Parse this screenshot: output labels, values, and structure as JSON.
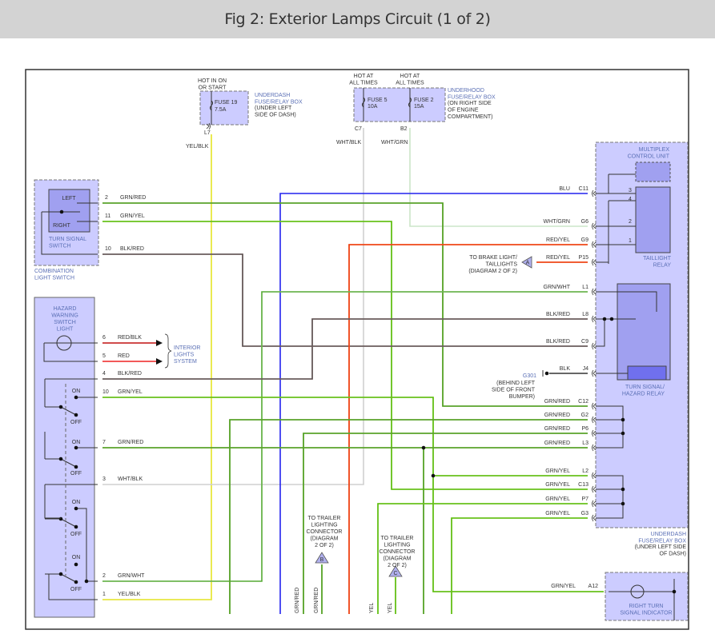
{
  "header": {
    "title": "Fig 2: Exterior Lamps Circuit (1 of 2)"
  },
  "colors": {
    "frame": "#333333",
    "component_fill": "#ccccff",
    "component_inner": "#a0a0f0",
    "blue_label": "#5a6fb5",
    "header_bg": "#d3d3d3"
  },
  "top": {
    "fuse19": {
      "hot": [
        "HOT IN ON",
        "OR START"
      ],
      "name": "FUSE 19",
      "rating": "7.5A",
      "terminal": "L7",
      "wire": "YEL/BLK"
    },
    "underdash_box_label": [
      "UNDERDASH",
      "FUSE/RELAY BOX",
      "(UNDER LEFT",
      "SIDE OF DASH)"
    ],
    "fuse5": {
      "hot": [
        "HOT AT",
        "ALL TIMES"
      ],
      "name": "FUSE 5",
      "rating": "10A",
      "terminal": "C7",
      "wire": "WHT/BLK"
    },
    "fuse2": {
      "hot": [
        "HOT AT",
        "ALL TIMES"
      ],
      "name": "FUSE 2",
      "rating": "15A",
      "terminal": "B2",
      "wire": "WHT/GRN"
    },
    "underhood_box_label": [
      "UNDERHOOD",
      "FUSE/RELAY BOX",
      "(ON RIGHT SIDE",
      "OF ENGINE",
      "COMPARTMENT)"
    ]
  },
  "combination_switch": {
    "inner_label": [
      "TURN SIGNAL",
      "SWITCH"
    ],
    "outer_label": [
      "COMBINATION",
      "LIGHT SWITCH"
    ],
    "positions": [
      "LEFT",
      "RIGHT"
    ],
    "pins": [
      {
        "pin": "2",
        "wire": "GRN/RED"
      },
      {
        "pin": "11",
        "wire": "GRN/YEL"
      },
      {
        "pin": "10",
        "wire": "BLK/RED"
      }
    ]
  },
  "hazard_switch": {
    "label": [
      "HAZARD",
      "WARNING",
      "SWITCH",
      "LIGHT"
    ],
    "on": "ON",
    "off": "OFF",
    "pins": [
      {
        "pin": "6",
        "wire": "RED/BLK"
      },
      {
        "pin": "5",
        "wire": "RED"
      },
      {
        "pin": "4",
        "wire": "BLK/RED"
      },
      {
        "pin": "10",
        "wire": "GRN/YEL"
      },
      {
        "pin": "7",
        "wire": "GRN/RED"
      },
      {
        "pin": "3",
        "wire": "WHT/BLK"
      },
      {
        "pin": "2",
        "wire": "GRN/WHT"
      },
      {
        "pin": "1",
        "wire": "YEL/BLK"
      }
    ],
    "interior_lights": [
      "INTERIOR",
      "LIGHTS",
      "SYSTEM"
    ]
  },
  "right_box": {
    "multiplex": [
      "MULTIPLEX",
      "CONTROL UNIT"
    ],
    "taillight_relay": [
      "TAILLIGHT",
      "RELAY"
    ],
    "relay_pins": [
      "3",
      "4",
      "2",
      "1"
    ],
    "turn_relay": [
      "TURN SIGNAL/",
      "HAZARD RELAY"
    ],
    "box_label": [
      "UNDERDASH",
      "FUSE/RELAY BOX",
      "(UNDER LEFT SIDE",
      "OF DASH)"
    ],
    "terminals": [
      {
        "wire": "BLU",
        "term": "C11"
      },
      {
        "wire": "WHT/GRN",
        "term": "G6"
      },
      {
        "wire": "RED/YEL",
        "term": "G9"
      },
      {
        "wire": "RED/YEL",
        "term": "P15"
      },
      {
        "wire": "GRN/WHT",
        "term": "L1"
      },
      {
        "wire": "BLK/RED",
        "term": "L8"
      },
      {
        "wire": "BLK/RED",
        "term": "C9"
      },
      {
        "wire": "BLK",
        "term": "J4"
      },
      {
        "wire": "GRN/RED",
        "term": "C12"
      },
      {
        "wire": "GRN/RED",
        "term": "G2"
      },
      {
        "wire": "GRN/RED",
        "term": "P6"
      },
      {
        "wire": "GRN/RED",
        "term": "L3"
      },
      {
        "wire": "GRN/YEL",
        "term": "L2"
      },
      {
        "wire": "GRN/YEL",
        "term": "C13"
      },
      {
        "wire": "GRN/YEL",
        "term": "P7"
      },
      {
        "wire": "GRN/YEL",
        "term": "G3"
      }
    ]
  },
  "brake_ref": {
    "label": [
      "TO BRAKE LIGHT/",
      "TAILLIGHTS",
      "(DIAGRAM 2 OF 2)"
    ],
    "marker": "A"
  },
  "ground": {
    "name": "G301",
    "desc": [
      "(BEHIND LEFT",
      "SIDE OF FRONT",
      "BUMPER)"
    ]
  },
  "trailer_b": {
    "label": [
      "TO TRAILER",
      "LIGHTING",
      "CONNECTOR",
      "(DIAGRAM",
      "2 OF 2)"
    ],
    "marker": "B"
  },
  "trailer_c": {
    "label": [
      "TO TRAILER",
      "LIGHTING",
      "CONNECTOR",
      "(DIAGRAM",
      "2 OF 2)"
    ],
    "marker": "C"
  },
  "bottom_wires": [
    "GRN/RED",
    "GRN/RED",
    "YEL",
    "YEL"
  ],
  "right_turn": {
    "wire": "GRN/YEL",
    "term": "A12",
    "label": [
      "RIGHT TURN",
      "SIGNAL INDICATOR"
    ]
  }
}
